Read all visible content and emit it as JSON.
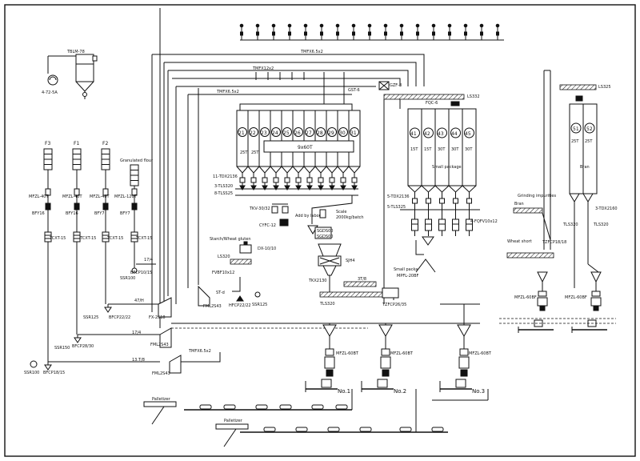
{
  "diagram": {
    "labels": {
      "f3": "F3",
      "f1": "F1",
      "f2": "F2",
      "granulated_flour": "Granulated flour",
      "mfzl_a": "MFZL-40T",
      "mfzl_b": "MFZL-40T",
      "mfzl_c": "MFZL-40T",
      "mfzl_d": "MFZL-120T",
      "bfy_a": "BFY16",
      "bfy_b": "BFY16",
      "bfy_c": "BFY7",
      "bfy_d": "BFY7",
      "tcxt_a": "TCXT-15",
      "tcxt_b": "TCXT-15",
      "tcxt_c": "TCXT-15",
      "tcxt_d": "TCXT-15",
      "ssr_top": "SSR100",
      "bfcp_top": "BFCP10/15",
      "dim_17_4": "17/4",
      "ssr125": "SSR125",
      "bfcp22": "BFCP22/22",
      "ssr150": "SSR150",
      "bfcp28": "BFCP28/30",
      "ssr100": "SSR100",
      "bfcp18": "BFCP18/15",
      "dim_47_h": "47/H",
      "fx": "FX-2S18",
      "fml": "FML2S43",
      "dim_17_4b": "17/4",
      "tmfx_low": "TMFX6.5x2",
      "fml_low": "FML2S43",
      "dim_13_8": "13.T/8",
      "tblm": "TBLM-78",
      "fan": "4-72-5A",
      "tmfx_mid": "TMFX12x2",
      "tmfx_wide": "TMFX6.5x2",
      "tmfx_left": "TMFX6.5x2",
      "bin_cap": "25T",
      "big_bin": "9x60T",
      "line_11": "11-TDX2136",
      "line_3": "3-TLS320",
      "line_8": "8-TLSS25",
      "tkv": "TKV-30/32",
      "cyfc": "CYFC-12",
      "add": "Add by labour",
      "scale_a": "Scale",
      "scale_b": "2000kg/batch",
      "sbx1": "SGDS00",
      "sbx2": "SGDS00",
      "starch": "Starch/Wheat gluten",
      "ls320": "LS320",
      "dx": "DX-10/10",
      "fvbf": "FVBF10x12",
      "st": "ST-d",
      "hfcp": "HFCP22/22",
      "ssr125b": "SSR125",
      "fml_mid": "FML2S43",
      "sjh": "SJH4",
      "tkx": "TKX2130",
      "dim_s7": "3T/8",
      "tls_bot": "TLS320",
      "tzfcp": "TZFCP26/35",
      "gst": "GST-6",
      "gzf": "GZF-8",
      "fqc": "FQC-6",
      "ls_top": "LS332",
      "bin_15t": "15T",
      "bin_30t": "30T",
      "small_pkg": "Small package",
      "line_5": "5-TDX2136",
      "line_5b": "5-TLS325",
      "line_4": "4-FQFV10x12",
      "small_pkg2": "Small package",
      "mpfl": "MPFL-20BF",
      "ls325": "LS325",
      "grinding": "Grinding impurities",
      "bran": "Bran",
      "tzfcp18": "TZFCP18/18",
      "wheat_short": "Wheat short",
      "bin_25t": "25T",
      "line_3r": "3-TDX2160",
      "tls_r1": "TLS320",
      "tls_r2": "TLS320",
      "mfzl_r1": "MFZL-60BF",
      "mfzl_r2": "MFZL-60BF",
      "mfzl_b1": "MFZL-60BT",
      "mfzl_b2": "MFZL-60BT",
      "mfzl_b3": "MFZL-60BT",
      "no1": "No.1",
      "no2": "No.2",
      "no3": "No.3",
      "palletizer1": "Palletizer",
      "palletizer2": "Palletizer"
    },
    "bin_numbers_left": [
      "21",
      "22",
      "23",
      "24",
      "25",
      "26",
      "27",
      "28",
      "29",
      "30",
      "31"
    ],
    "bin_numbers_mid": [
      "41",
      "42",
      "43",
      "44",
      "45"
    ],
    "bin_numbers_right": [
      "51",
      "52"
    ],
    "colors": {
      "ink": "#111111",
      "paper": "#ffffff"
    }
  }
}
